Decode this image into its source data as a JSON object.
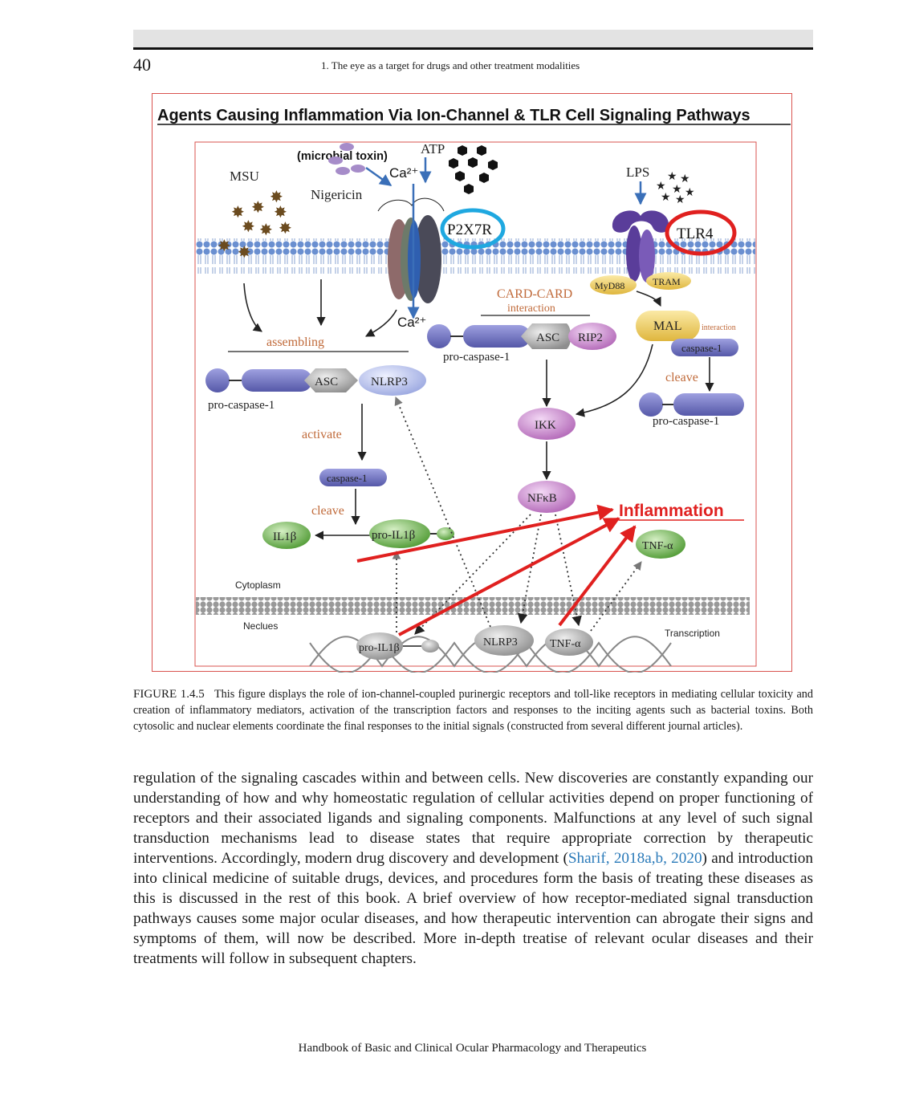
{
  "header": {
    "page_number": "40",
    "running_head": "1. The eye as a target for drugs and other treatment modalities"
  },
  "figure": {
    "title": "Agents Causing Inflammation Via Ion-Channel & TLR Cell Signaling Pathways",
    "labels": {
      "microbial_toxin": "(microbial toxin)",
      "atp": "ATP",
      "ca_top": "Ca²⁺",
      "ca_bottom": "Ca²⁺",
      "msu": "MSU",
      "nigericin": "Nigericin",
      "lps": "LPS",
      "p2x7r": "P2X7R",
      "tlr4": "TLR4",
      "myd88": "MyD88",
      "tram": "TRAM",
      "card_card": "CARD-CARD",
      "interaction": "interaction",
      "mal": "MAL",
      "mal_interaction": "interaction",
      "asc_rip": "ASC",
      "rip2": "RIP2",
      "pro_caspase_mid": "pro-caspase-1",
      "caspase_right": "caspase-1",
      "cleave_right": "cleave",
      "pro_caspase_right": "pro-caspase-1",
      "assembling": "assembling",
      "asc_left": "ASC",
      "nlrp3_left": "NLRP3",
      "pro_caspase_left": "pro-caspase-1",
      "activate": "activate",
      "caspase_left": "caspase-1",
      "cleave_left": "cleave",
      "il1b": "IL1β",
      "pro_il1b": "pro-IL1β",
      "ikk": "IKK",
      "nfkb": "NFκB",
      "inflammation": "Inflammation",
      "tnf_cyto": "TNF-α",
      "cytoplasm": "Cytoplasm",
      "nucleus": "Neclues",
      "transcription": "Transcription",
      "pro_il1b_nuc": "pro-IL1β",
      "nlrp3_nuc": "NLRP3",
      "tnf_nuc": "TNF-α"
    },
    "colors": {
      "red_arrow": "#e0201f",
      "p2x7r_ring": "#1fa8e0",
      "tlr4_ring": "#e0201f",
      "caspase": "#6b6bb8",
      "green_node": "#5aa53a",
      "purple_node": "#c27bc6",
      "asc": "#bdbdbd",
      "yellow": "#f0d36a"
    }
  },
  "caption": {
    "label": "FIGURE 1.4.5",
    "text": "This figure displays the role of ion-channel-coupled purinergic receptors and toll-like receptors in mediating cellular toxicity and creation of inflammatory mediators, activation of the transcription factors and responses to the inciting agents such as bacterial toxins. Both cytosolic and nuclear elements coordinate the final responses to the initial signals (constructed from several different journal articles)."
  },
  "body": {
    "text_before": "regulation of the signaling cascades within and between cells. New discoveries are constantly expanding our understanding of how and why homeostatic regulation of cellular activities depend on proper functioning of receptors and their associated ligands and signaling components. Malfunctions at any level of such signal transduction mechanisms lead to disease states that require appropriate correction by therapeutic interventions. Accordingly, modern drug discovery and development (",
    "citation": "Sharif, 2018a,b, 2020",
    "text_after": ") and introduction into clinical medicine of suitable drugs, devices, and procedures form the basis of treating these diseases as this is discussed in the rest of this book. A brief overview of how receptor-mediated signal transduction pathways causes some major ocular diseases, and how therapeutic intervention can abrogate their signs and symptoms of them, will now be described. More in-depth treatise of relevant ocular diseases and their treatments will follow in subsequent chapters."
  },
  "footer": {
    "text": "Handbook of Basic and Clinical Ocular Pharmacology and Therapeutics"
  }
}
